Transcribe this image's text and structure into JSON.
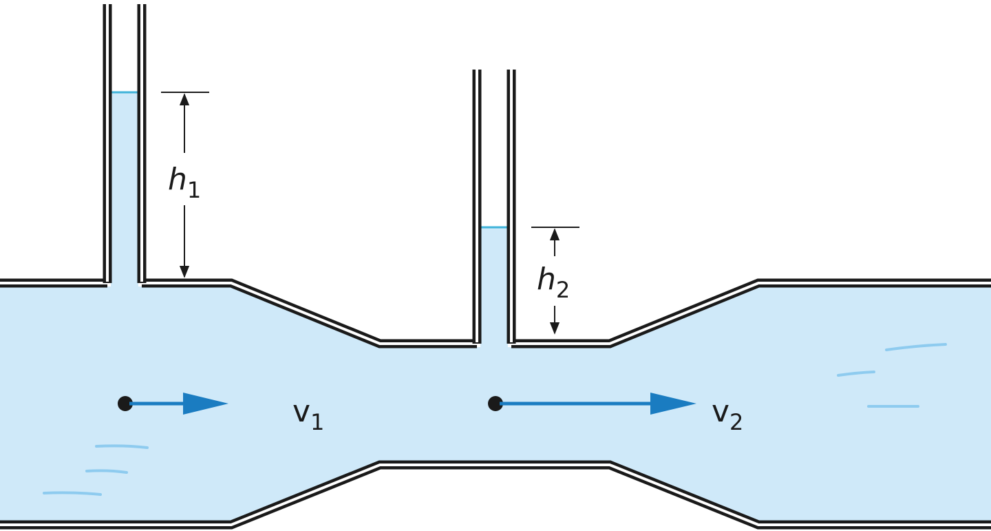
{
  "colors": {
    "water": "#cfe9f9",
    "water_surface": "#3fb3d9",
    "wall": "#1a1a1a",
    "wall_gap": "#ffffff",
    "velocity_arrow": "#1a7cc1",
    "ripple": "#8ecbef",
    "dimension_line": "#1a1a1a"
  },
  "labels": {
    "h1": {
      "symbol": "h",
      "subscript": "1"
    },
    "h2": {
      "symbol": "h",
      "subscript": "2"
    },
    "v1": {
      "symbol": "v",
      "subscript": "1"
    },
    "v2": {
      "symbol": "v",
      "subscript": "2"
    }
  }
}
